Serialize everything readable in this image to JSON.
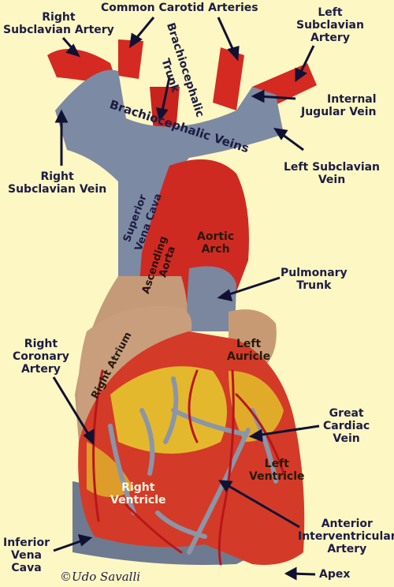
{
  "labels": {
    "common_carotid_arteries": "Common Carotid Arteries",
    "right_subclavian_artery": "Right\nSubclavian Artery",
    "left_subclavian_artery": "Left\nSubclavian\nArtery",
    "brachiocephalic_trunk": "Brachiocephalic\nTrunk",
    "internal_jugular_vein": "Internal\nJugular Vein",
    "brachiocephalic_veins": "Brachiocephalic Veins",
    "left_subclavian_vein": "Left Subclavian\nVein",
    "right_subclavian_vein": "Right\nSubclavian Vein",
    "superior_vena_cava": "Superior\nVena Cava",
    "aortic_arch": "Aortic\nArch",
    "ascending_aorta": "Ascending\nAorta",
    "pulmonary_trunk": "Pulmonary\nTrunk",
    "right_coronary_artery": "Right\nCoronary\nArtery",
    "right_atrium": "Right Atrium",
    "left_auricle": "Left\nAuricle",
    "great_cardiac_vein": "Great\nCardiac\nVein",
    "left_ventricle": "Left\nVentricle",
    "right_ventricle": "Right\nVentricle",
    "anterior_interventricular_artery": "Anterior\nInterventricular\nArtery",
    "inferior_vena_cava": "Inferior\nVena\nCava",
    "apex": "Apex"
  },
  "credit": "©Udo Savalli",
  "colors": {
    "background": "#fdf7c3",
    "artery": "#d42a22",
    "vein": "#7d8aa4",
    "atrium": "#c49a78",
    "fat": "#e6c62c",
    "label_text": "#1c1c44"
  }
}
